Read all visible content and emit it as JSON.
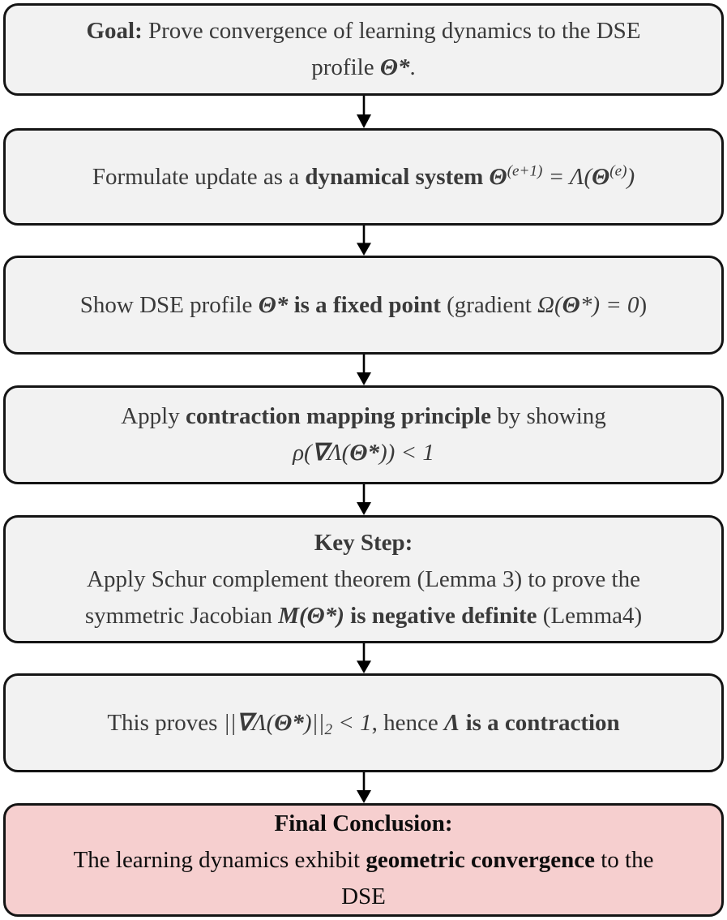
{
  "diagram_title": "Proof flowchart: convergence of learning dynamics to the DSE",
  "colors": {
    "box_fill": "#f2f2f2",
    "box_border": "#141414",
    "conclusion_fill": "#f6cfcf",
    "text": "#3a3a3a",
    "conclusion_text": "#0d0d0d",
    "arrow": "#000000"
  },
  "boxes": [
    {
      "id": "goal",
      "variant": "gray",
      "lines": [
        [
          {
            "t": "Goal:",
            "s": "b"
          },
          {
            "t": " Prove convergence of learning dynamics to the DSE"
          }
        ],
        [
          {
            "t": "profile "
          },
          {
            "t": "Θ*",
            "s": "bi"
          },
          {
            "t": "."
          }
        ]
      ]
    },
    {
      "id": "dynamical-system",
      "variant": "gray",
      "lines": [
        [
          {
            "t": "Formulate update as a "
          },
          {
            "t": "dynamical system ",
            "s": "b"
          },
          {
            "t": "Θ",
            "s": "bi"
          },
          {
            "t": "(e+1)",
            "s": "sup"
          },
          {
            "t": " = Λ(",
            "s": "i"
          },
          {
            "t": "Θ",
            "s": "bi"
          },
          {
            "t": "(e)",
            "s": "sup"
          },
          {
            "t": ")",
            "s": "i"
          }
        ]
      ]
    },
    {
      "id": "fixed-point",
      "variant": "gray",
      "lines": [
        [
          {
            "t": "Show DSE profile "
          },
          {
            "t": "Θ* ",
            "s": "bi"
          },
          {
            "t": "is a fixed point",
            "s": "b"
          },
          {
            "t": " (gradient "
          },
          {
            "t": "Ω(",
            "s": "i"
          },
          {
            "t": "Θ",
            "s": "bi"
          },
          {
            "t": "*) = 0",
            "s": "i"
          },
          {
            "t": ")"
          }
        ]
      ]
    },
    {
      "id": "contraction-mapping",
      "variant": "gray",
      "lines": [
        [
          {
            "t": "Apply "
          },
          {
            "t": "contraction mapping principle",
            "s": "b"
          },
          {
            "t": " by showing"
          }
        ],
        [
          {
            "t": "ρ(",
            "s": "i"
          },
          {
            "t": "∇",
            "s": "bi"
          },
          {
            "t": "Λ(",
            "s": "i"
          },
          {
            "t": "Θ*",
            "s": "bi"
          },
          {
            "t": ")) < 1",
            "s": "i"
          }
        ]
      ]
    },
    {
      "id": "key-step",
      "variant": "gray",
      "lines": [
        [
          {
            "t": "Key Step:",
            "s": "b"
          }
        ],
        [
          {
            "t": "Apply Schur complement theorem (Lemma 3) to prove the"
          }
        ],
        [
          {
            "t": "symmetric Jacobian "
          },
          {
            "t": "M(Θ*)",
            "s": "bi"
          },
          {
            "t": " is negative definite",
            "s": "b"
          },
          {
            "t": " (Lemma4)"
          }
        ]
      ]
    },
    {
      "id": "contraction-result",
      "variant": "gray",
      "lines": [
        [
          {
            "t": "This proves "
          },
          {
            "t": "||",
            "s": "i"
          },
          {
            "t": "∇",
            "s": "bi"
          },
          {
            "t": "Λ(",
            "s": "i"
          },
          {
            "t": "Θ*",
            "s": "bi"
          },
          {
            "t": ")||",
            "s": "i"
          },
          {
            "t": "2",
            "s": "sub"
          },
          {
            "t": " < 1",
            "s": "i"
          },
          {
            "t": ", hence "
          },
          {
            "t": "Λ",
            "s": "bi"
          },
          {
            "t": " is a contraction",
            "s": "b"
          }
        ]
      ]
    },
    {
      "id": "final-conclusion",
      "variant": "conclusion",
      "lines": [
        [
          {
            "t": "Final Conclusion:",
            "s": "b"
          }
        ],
        [
          {
            "t": "The learning dynamics exhibit "
          },
          {
            "t": "geometric convergence",
            "s": "b"
          },
          {
            "t": " to the"
          }
        ],
        [
          {
            "t": "DSE"
          }
        ]
      ]
    }
  ]
}
